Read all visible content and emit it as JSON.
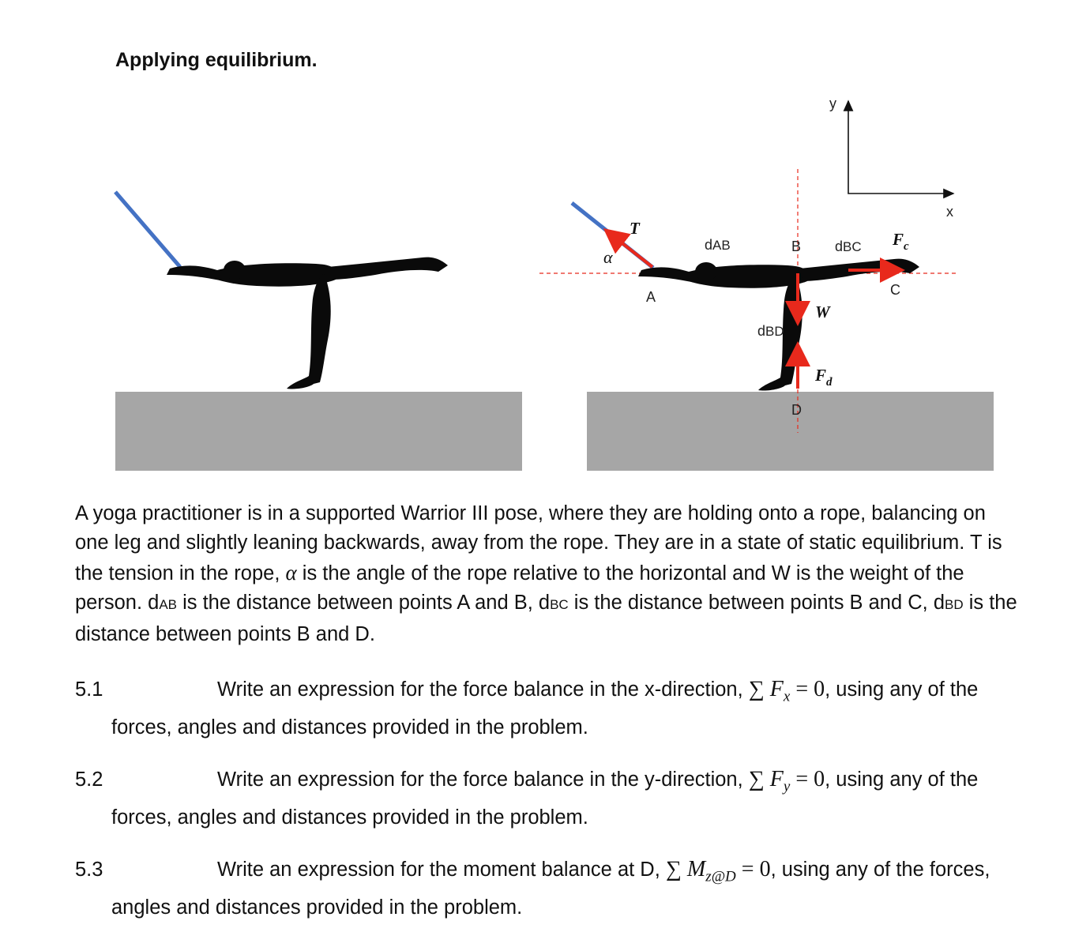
{
  "heading": "Applying equilibrium.",
  "figure": {
    "axes": {
      "y": "y",
      "x": "x"
    },
    "labels": {
      "T": "T",
      "alpha": "α",
      "A": "A",
      "dAB": "d",
      "dAB_sub": "AB",
      "B": "B",
      "dBC": "d",
      "dBC_sub": "BC",
      "Fc": "F",
      "Fc_sub": "c",
      "C": "C",
      "W": "W",
      "dBD": "d",
      "dBD_sub": "BD",
      "Fd": "F",
      "Fd_sub": "d",
      "D": "D"
    },
    "colors": {
      "rope": "#4472c4",
      "force_arrow": "#e8291c",
      "ground": "#a6a6a6",
      "silhouette": "#0a0a0a",
      "reference_line": "#e8291c"
    }
  },
  "description": {
    "p1": "A yoga practitioner is in a supported Warrior III pose, where they are holding onto a rope, balancing on one leg and slightly leaning backwards, away from the rope. They are in a state of static equilibrium. T is the tension in the rope, ",
    "alpha": "α",
    "p2": " is the angle of the rope relative to the horizontal and W is the weight of the person. d",
    "sub_ab": "AB",
    "p3": " is the distance between points A and B, d",
    "sub_bc": "BC",
    "p4": " is the distance between points B and C, d",
    "sub_bd": "BD",
    "p5": " is the distance between points B and D."
  },
  "questions": [
    {
      "number": "5.1",
      "before": "Write an expression for the force balance in the x-direction, ",
      "sigma": "∑",
      "var": "F",
      "sub": "x",
      "equals": " = 0",
      "after": ", using any of the forces, angles and distances provided in the problem."
    },
    {
      "number": "5.2",
      "before": "Write an expression for the force balance in the y-direction, ",
      "sigma": "∑",
      "var": "F",
      "sub": "y",
      "equals": " = 0",
      "after": ", using any of the forces, angles and distances provided in the problem."
    },
    {
      "number": "5.3",
      "before": "Write an expression for the moment balance at D, ",
      "sigma": "∑",
      "var": "M",
      "sub": "z@D",
      "equals": " = 0",
      "after": ", using any of the forces, angles and distances provided in the problem."
    }
  ]
}
